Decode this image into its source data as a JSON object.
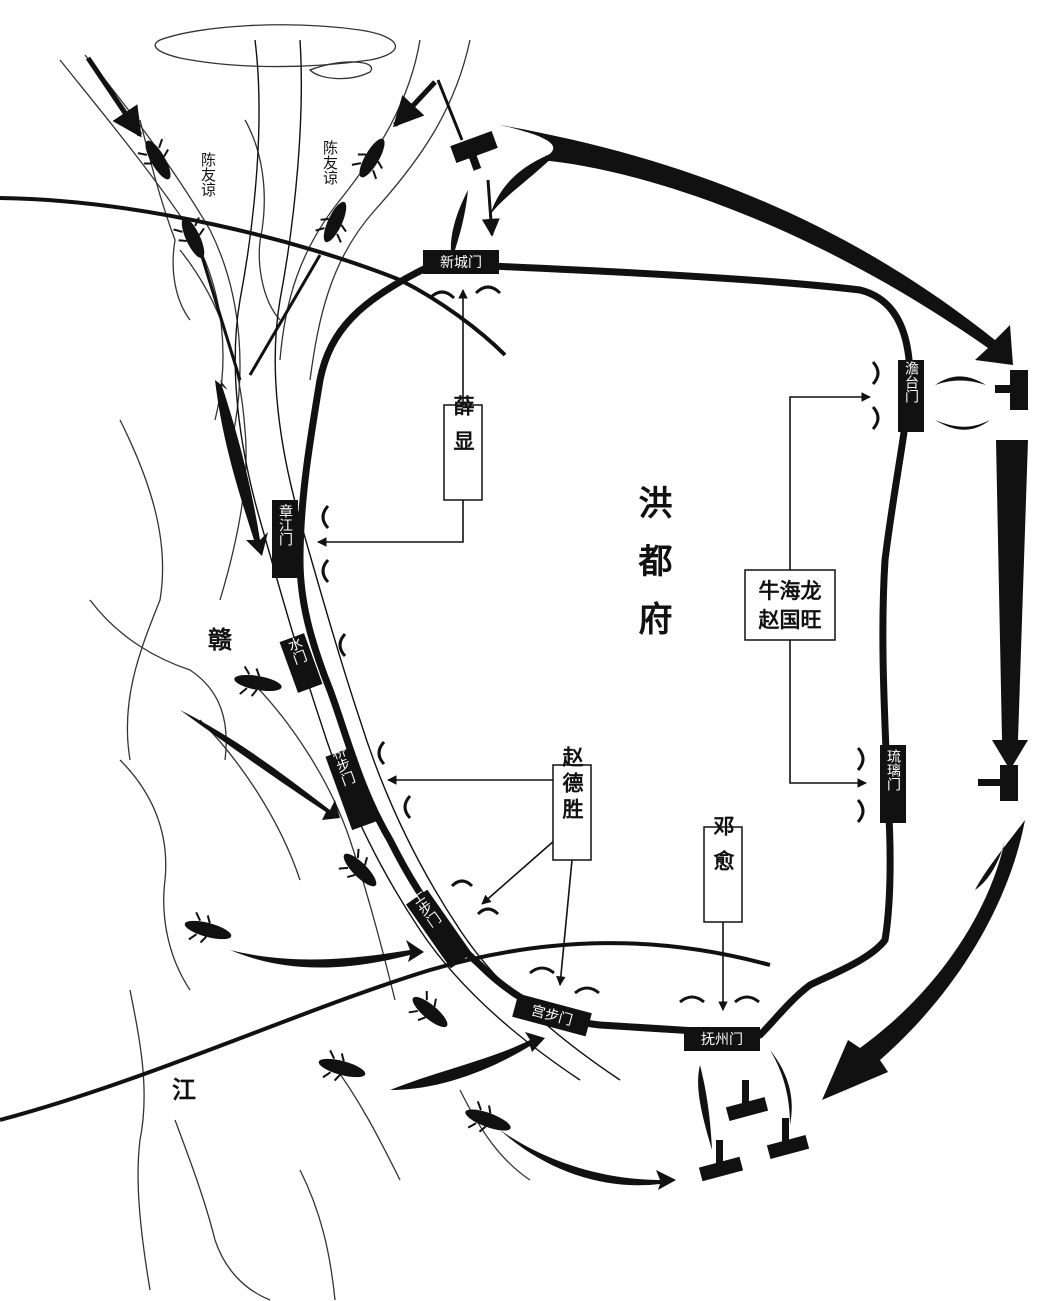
{
  "map": {
    "city_label": "洪都府",
    "river_labels": [
      "赣",
      "江"
    ],
    "enemy_label": "陈友谅",
    "gates": {
      "xincheng": "新城门",
      "zhangjiang": "章江门",
      "shui": "水门",
      "qiaobu": "桥步门",
      "shibu": "士步门",
      "gongbu": "宫步门",
      "fuzhou": "抚州门",
      "liuli": "琉璃门",
      "yongtai": "澹台门"
    },
    "commanders": {
      "xue_xian": "薛显",
      "zhao_desheng": "赵德胜",
      "deng_yu": "邓愈",
      "niu_haolong": "牛海龙",
      "zhao_guowang": "赵国旺"
    }
  }
}
